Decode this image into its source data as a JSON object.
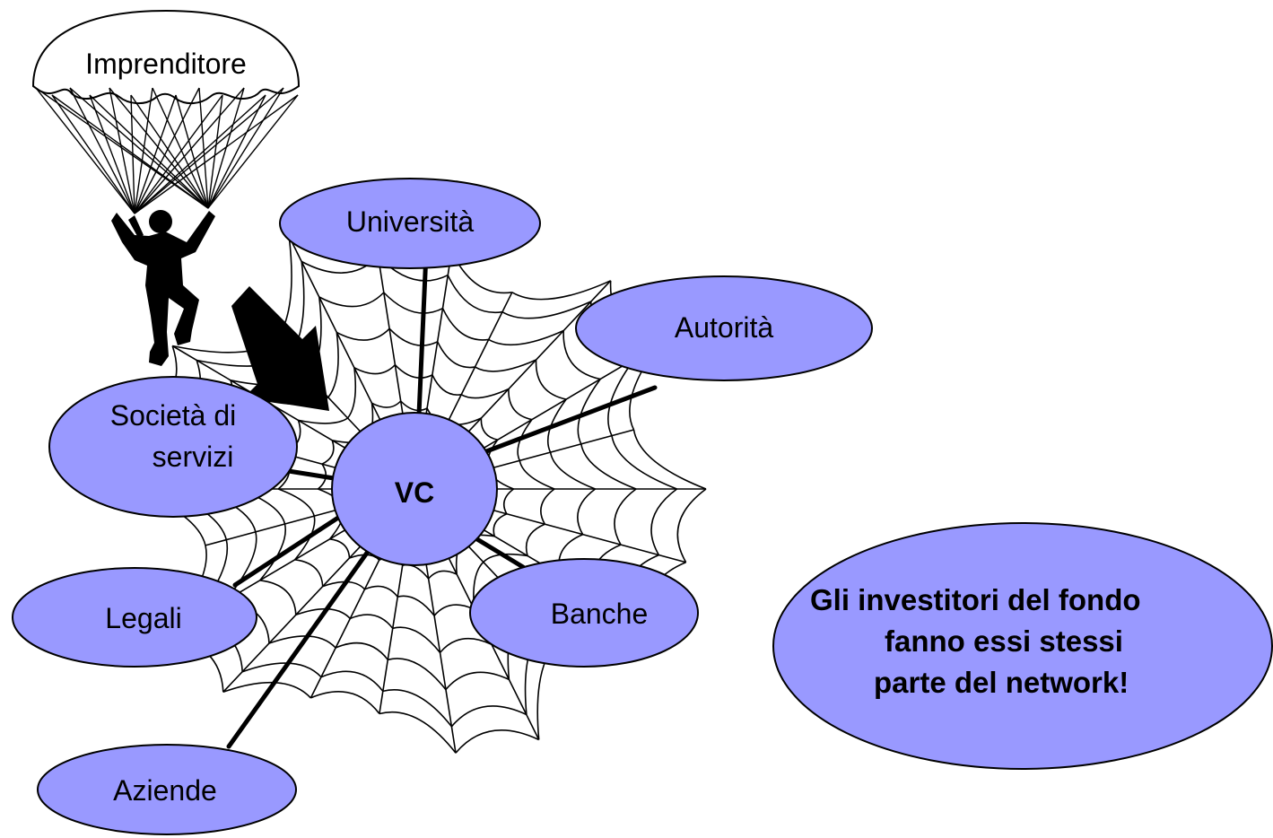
{
  "parachutist": {
    "label": "Imprenditore",
    "icon": "parachutist-icon"
  },
  "hub": {
    "label": "VC"
  },
  "nodes": {
    "universita": "Università",
    "autorita": "Autorità",
    "societa_line1": "Società di",
    "societa_line2": "servizi",
    "legali": "Legali",
    "banche": "Banche",
    "aziende": "Aziende"
  },
  "callout": {
    "line1": "Gli investitori del fondo",
    "line2": "fanno essi stessi",
    "line3": "parte del network!"
  },
  "colors": {
    "node_fill": "#9999ff",
    "stroke": "#000000",
    "background": "#ffffff"
  }
}
